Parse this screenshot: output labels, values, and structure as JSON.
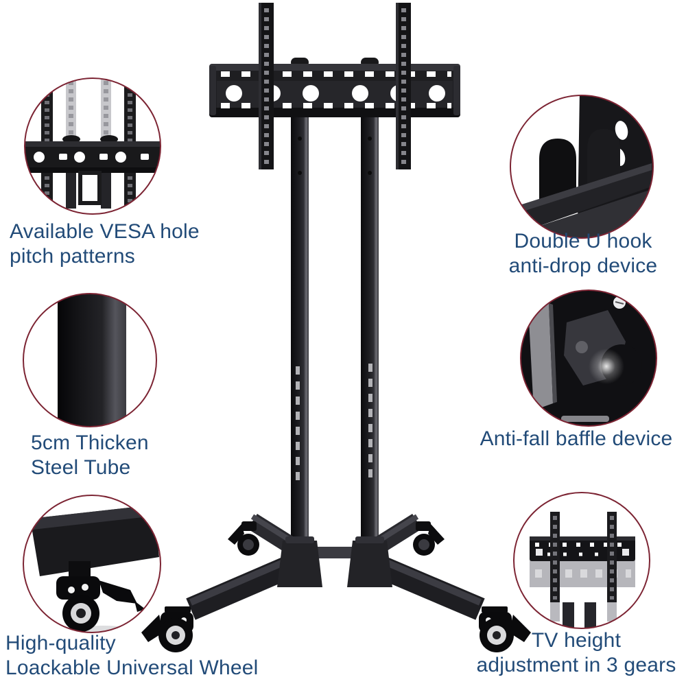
{
  "colors": {
    "background": "#ffffff",
    "label_text": "#224b78",
    "callout_ring": "#7c2433",
    "product_black": "#1b1b1d"
  },
  "callouts": [
    {
      "id": "vesa",
      "lines": [
        "Available VESA hole",
        "pitch patterns"
      ]
    },
    {
      "id": "u-hook",
      "lines": [
        "Double U hook",
        "anti-drop device"
      ]
    },
    {
      "id": "steel-tube",
      "lines": [
        "5cm Thicken",
        "Steel Tube"
      ]
    },
    {
      "id": "baffle",
      "lines": [
        "Anti-fall baffle device"
      ]
    },
    {
      "id": "wheel",
      "lines": [
        "High-quality",
        "Loackable Universal Wheel"
      ]
    },
    {
      "id": "height",
      "lines": [
        "TV height",
        "adjustment in 3 gears"
      ]
    }
  ]
}
